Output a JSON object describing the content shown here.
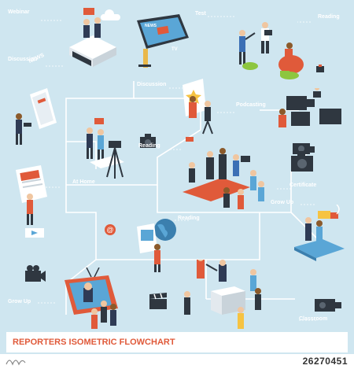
{
  "labels": {
    "webinar": "Webinar",
    "test": "Test",
    "reading_top": "Reading",
    "discussion_left": "Discussion",
    "discussion_mid": "Discussion",
    "podcasting": "Podcasting",
    "reading_mid": "Reading",
    "at_home": "At Home",
    "certificate": "Certificate",
    "grow_up_right": "Grow Up",
    "reading_bottom": "Reading",
    "grow_up_left": "Grow Up",
    "classroom": "Classroom"
  },
  "signs": {
    "news_desk": "NEWS",
    "tv": "TV",
    "tv_top": "NEWS"
  },
  "footer_title": "REPORTERS ISOMETRIC FLOWCHART",
  "watermark_id": "26270451",
  "colors": {
    "background": "#cfe6f0",
    "accent": "#e05a3a",
    "line": "#ffffff"
  }
}
